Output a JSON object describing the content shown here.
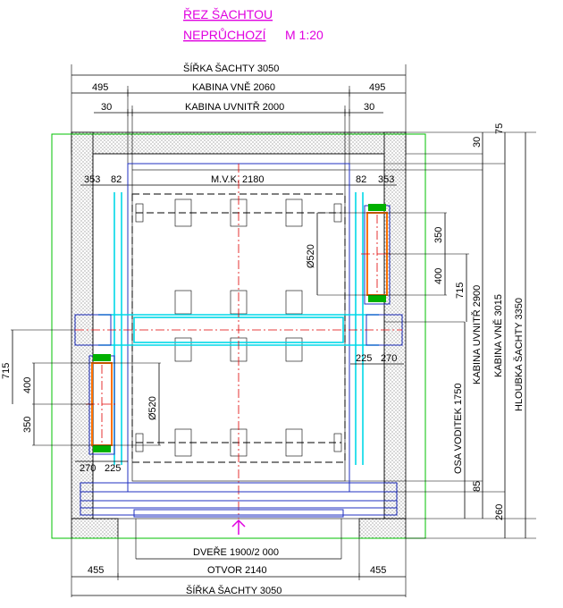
{
  "title": {
    "line1": "ŘEZ ŠACHTOU",
    "line2": "NEPRŮCHOZÍ",
    "scale": "M 1:20"
  },
  "dims": {
    "sirka_sachty_top": "ŠÍŘKA ŠACHTY 3050",
    "sirka_sachty_bottom": "ŠÍŘKA ŠACHTY 3050",
    "kabina_vne": "KABINA VNĚ 2060",
    "kabina_uvnitr": "KABINA UVNITŘ 2000",
    "mvk": "M.V.K. 2180",
    "left_495": "495",
    "right_495": "495",
    "left_30": "30",
    "right_30": "30",
    "left_353": "353",
    "left_82": "82",
    "right_82": "82",
    "right_353": "353",
    "dvere": "DVEŘE 1900/2 000",
    "otvor": "OTVOR 2140",
    "left_455": "455",
    "right_455": "455",
    "top_30": "30",
    "top_75": "75",
    "r_350": "350",
    "r_400": "400",
    "r_715": "715",
    "r_520": "Ø520",
    "r_225": "225",
    "r_270": "270",
    "l_715": "715",
    "l_400": "400",
    "l_350": "350",
    "l_520": "Ø520",
    "l_270": "270",
    "l_225": "225",
    "osa_voditek": "OSA VODITEK 1750",
    "kabina_uvnitr_v": "KABINA UVNITŘ 2900",
    "kabina_vne_v": "KABINA VNĚ 3015",
    "hloubka_sachty": "HLOUBKA ŠACHTY 3350",
    "v_85": "85",
    "v_260": "260"
  },
  "colors": {
    "title": "#e000e0",
    "wall_outline": "#00c000",
    "cabin": "#2030c0",
    "guide_rail": "#00d8e8",
    "axis": "#e00000",
    "counterweight": "#ff7000"
  }
}
